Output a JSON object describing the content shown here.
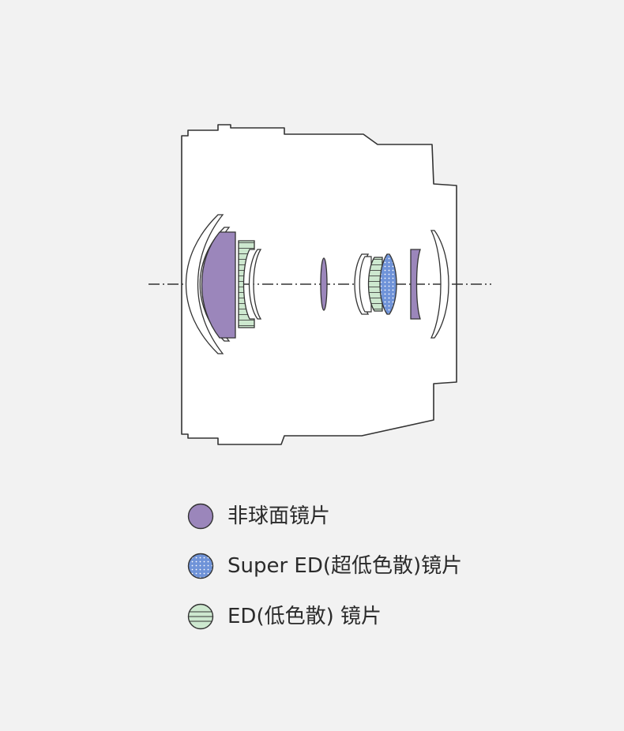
{
  "colors": {
    "background": "#f2f2f2",
    "aspherical_fill": "#9b86bb",
    "super_ed_fill": "#6f93d8",
    "ed_fill": "#cde8cf",
    "outline": "#333333"
  },
  "legend": {
    "items": [
      {
        "label": "非球面镜片",
        "icon": "aspherical-lens-icon"
      },
      {
        "label": "Super ED(超低色散)镜片",
        "icon": "super-ed-lens-icon"
      },
      {
        "label": "ED(低色散) 镜片",
        "icon": "ed-lens-icon"
      }
    ]
  }
}
